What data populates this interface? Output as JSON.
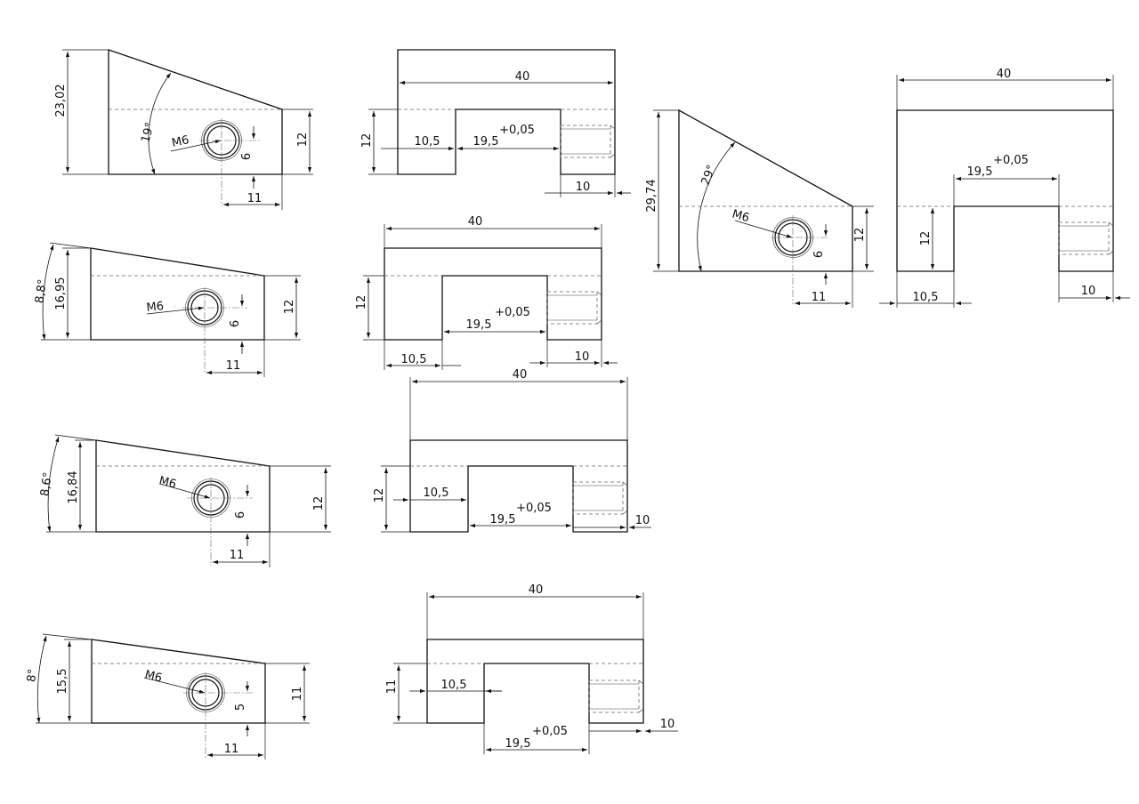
{
  "drawing": {
    "views": {
      "v1_side": {
        "height": "23,02",
        "angle": "19°",
        "thread": "M6",
        "right": "12",
        "hole_h": "6",
        "hole_x": "11"
      },
      "v1_front": {
        "width": "40",
        "left_h": "12",
        "left_w": "10,5",
        "slot_w": "19,5",
        "tol": "+0,05",
        "right_w": "10"
      },
      "v2_side": {
        "height": "29,74",
        "angle": "29°",
        "thread": "M6",
        "right": "12",
        "hole_h": "6",
        "hole_x": "11"
      },
      "v2_front": {
        "width": "40",
        "left_h": "12",
        "left_w": "10,5",
        "slot_w": "19,5",
        "tol": "+0,05",
        "right_w": "10"
      },
      "v3_side": {
        "height": "16,95",
        "angle": "8,8°",
        "thread": "M6",
        "right": "12",
        "hole_h": "6",
        "hole_x": "11"
      },
      "v3_front": {
        "width": "40",
        "left_h": "12",
        "left_w": "10,5",
        "slot_w": "19,5",
        "tol": "+0,05",
        "right_w": "10"
      },
      "v4_side": {
        "height": "16,84",
        "angle": "8,6°",
        "thread": "M6",
        "right": "12",
        "hole_h": "6",
        "hole_x": "11"
      },
      "v4_front": {
        "width": "40",
        "left_h": "12",
        "left_w": "10,5",
        "slot_w": "19,5",
        "tol": "+0,05",
        "right_w": "10"
      },
      "v5_side": {
        "height": "15,5",
        "angle": "8°",
        "thread": "M6",
        "right": "11",
        "hole_h": "5",
        "hole_x": "11"
      },
      "v5_front": {
        "width": "40",
        "left_h": "11",
        "left_w": "10,5",
        "slot_w": "19,5",
        "tol": "+0,05",
        "right_w": "10"
      }
    }
  }
}
